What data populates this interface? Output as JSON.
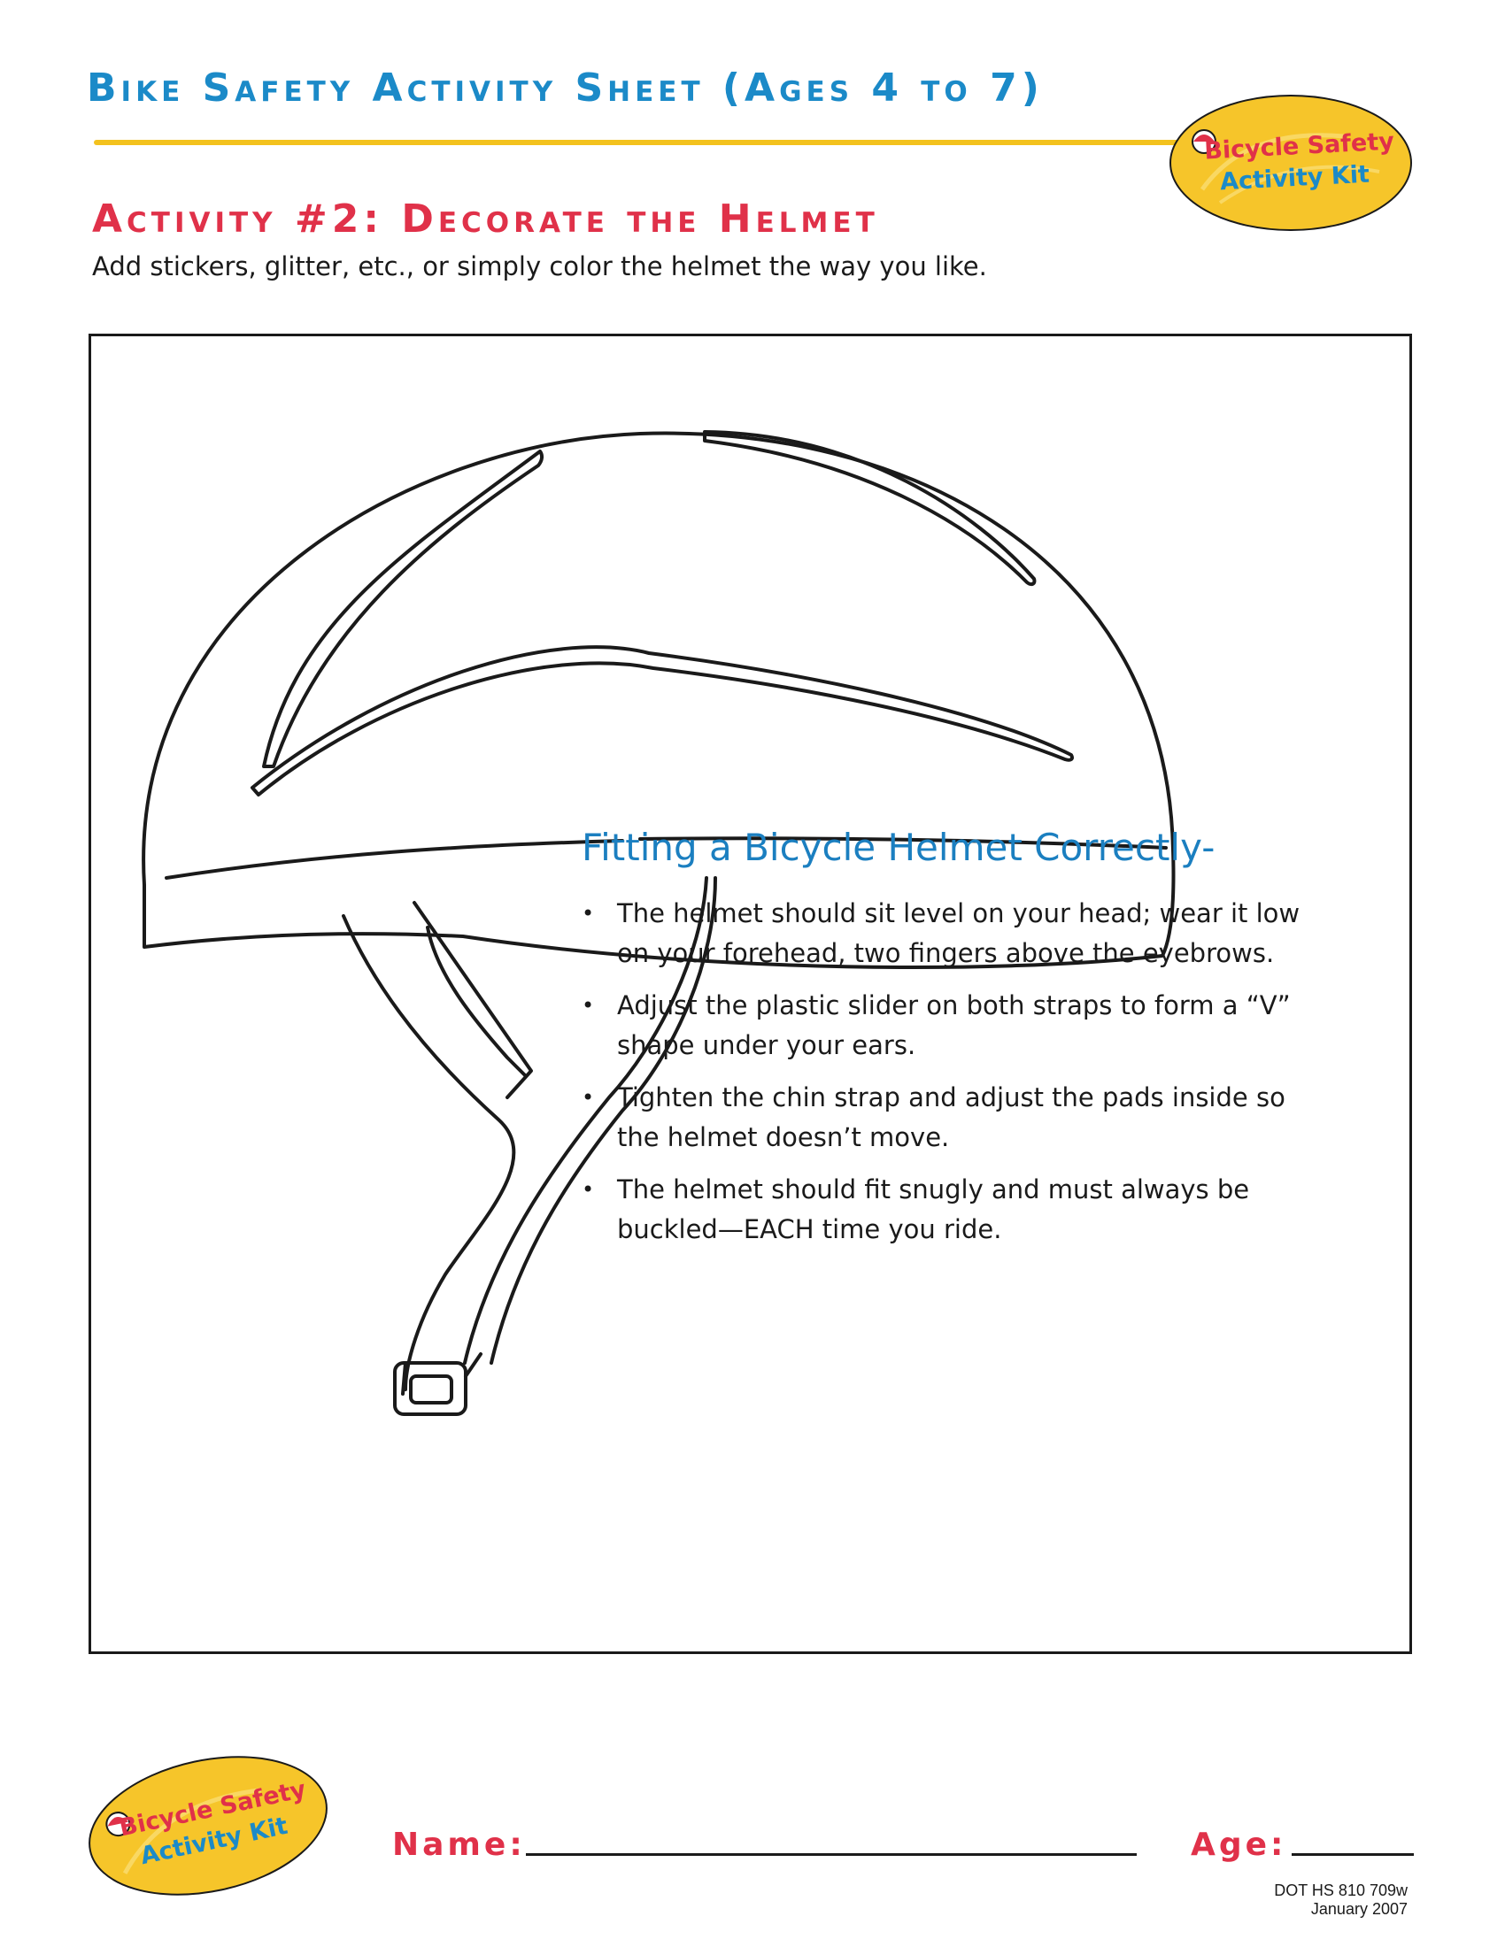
{
  "header": {
    "sheet_title": "Bike Safety Activity Sheet (Ages 4 to 7)",
    "logo_line1": "Bicycle Safety",
    "logo_line2": "Activity Kit"
  },
  "activity": {
    "heading": "Activity #2:  Decorate the Helmet",
    "instructions": "Add stickers, glitter, etc., or simply color the helmet the way you like."
  },
  "fitting_tips": {
    "heading": "Fitting a Bicycle Helmet Correctly-",
    "bullet": "•",
    "items": [
      "The helmet should sit level on your head; wear it low on your forehead, two fingers above the eyebrows.",
      "Adjust the plastic slider on both straps to form a “V” shape under your ears.",
      "Tighten the chin strap and adjust the pads inside so the helmet doesn’t move.",
      "The helmet should fit snugly and must always be buckled—EACH time you ride."
    ]
  },
  "footer": {
    "logo_line1": "Bicycle Safety",
    "logo_line2": "Activity Kit",
    "name_label": "Name:",
    "age_label": "Age:",
    "doc_number": "DOT HS 810 709w",
    "doc_date": "January 2007"
  },
  "colors": {
    "title_blue": "#1b8ac8",
    "heading_red": "#e03149",
    "rule_yellow": "#f3c21e",
    "logo_yellow": "#f6c52a",
    "tips_blue": "#1b7fc0"
  },
  "icons": {
    "logo": "bicycle-safety-logo",
    "helmet": "helmet-drawing"
  }
}
